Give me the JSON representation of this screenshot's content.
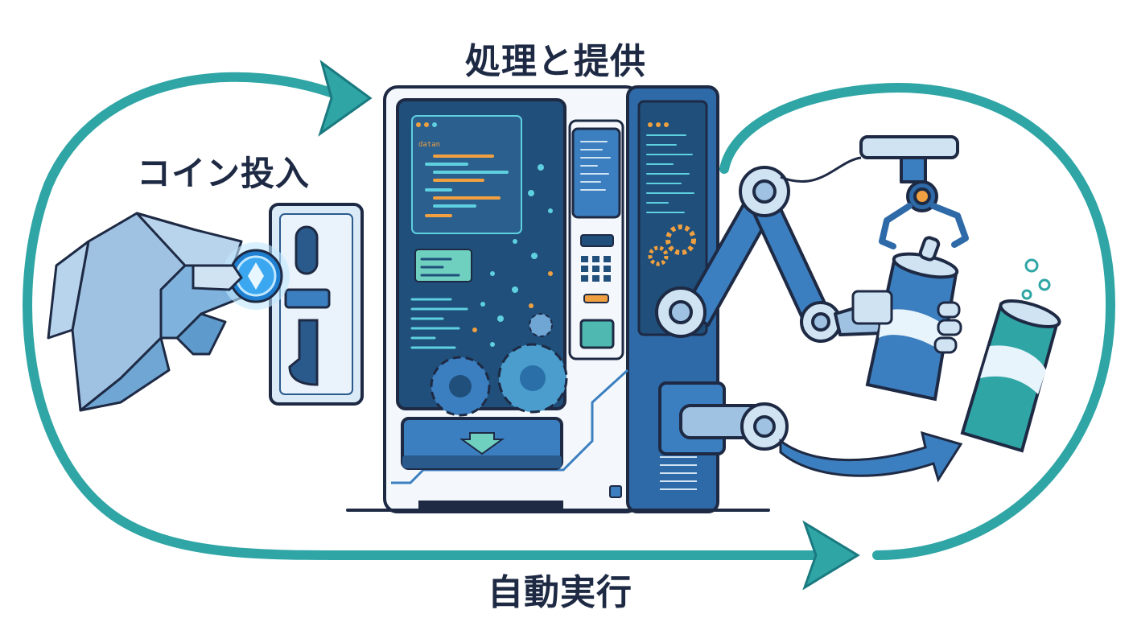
{
  "labels": {
    "process": "処理と提供",
    "coin": "コイン投入",
    "auto": "自動実行"
  },
  "screen_code": {
    "keyword": "datan"
  },
  "colors": {
    "teal": "#2fa5a5",
    "navy": "#1e2a44",
    "blue_dark": "#2a5a8c",
    "blue_mid": "#3c7fc0",
    "blue_light": "#cfe3f3",
    "screen_bg": "#1f4f7a",
    "orange": "#f0a040",
    "cyan": "#5fd0e0"
  },
  "icons": [
    "coin-icon",
    "gear-icon",
    "robot-arm-icon",
    "claw-gripper-icon",
    "can-icon",
    "robot-hand-icon",
    "down-arrow-icon"
  ]
}
